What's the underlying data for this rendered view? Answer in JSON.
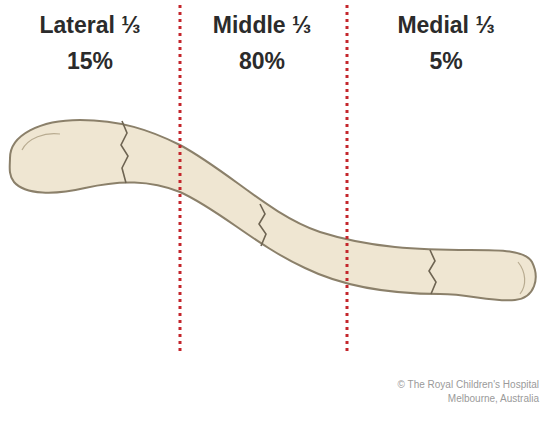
{
  "diagram": {
    "labels": [
      "Lateral ⅓",
      "15%",
      "Middle ⅓",
      "80%",
      "Medial ⅓",
      "5%",
      "© The Royal Children's Hospital Melbourne, Australia"
    ]
  }
}
